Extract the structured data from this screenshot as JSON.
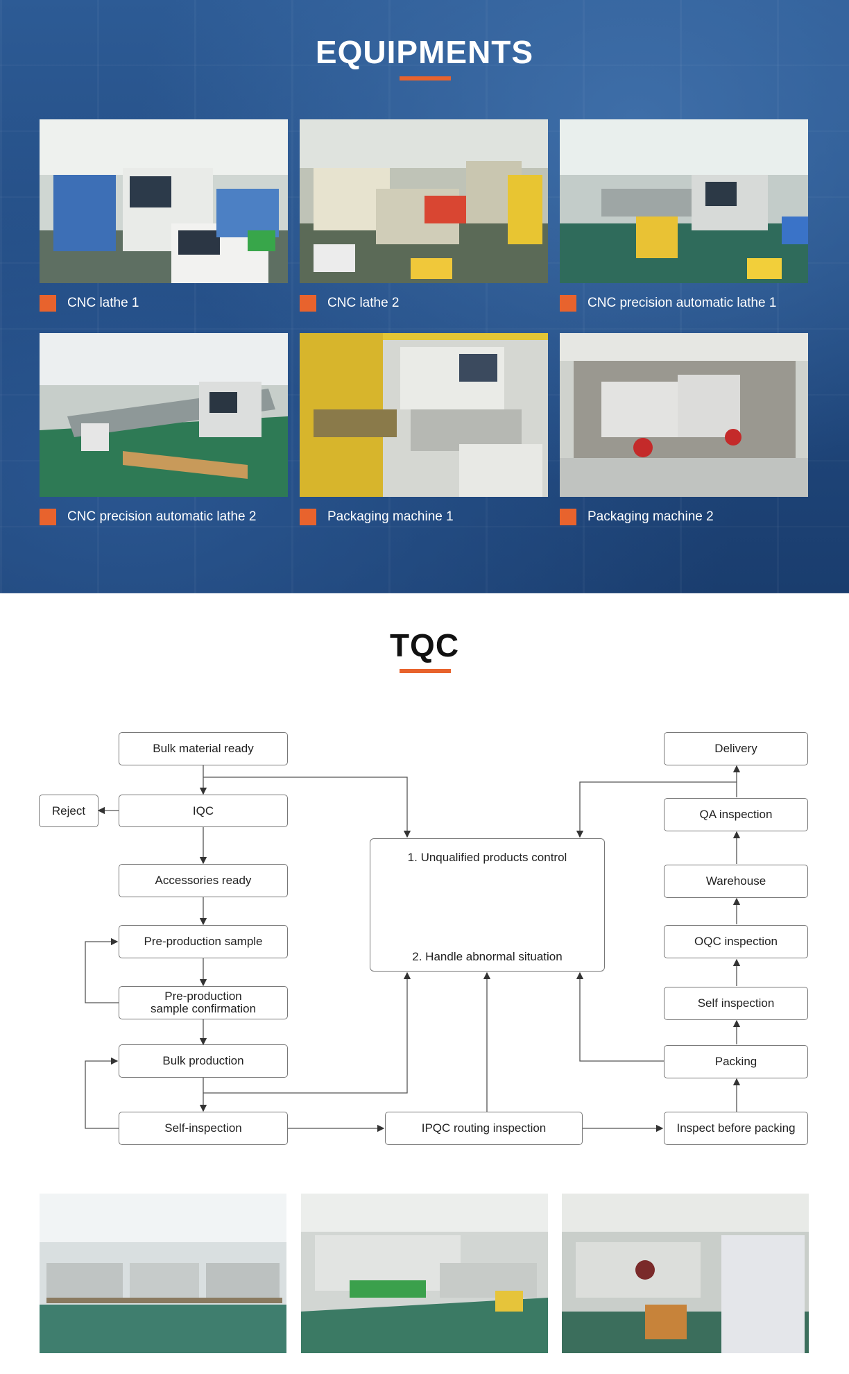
{
  "equipments": {
    "title": "EQUIPMENTS",
    "items": [
      {
        "label": "CNC lathe 1"
      },
      {
        "label": "CNC lathe 2"
      },
      {
        "label": "CNC precision automatic lathe 1"
      },
      {
        "label": "CNC precision automatic lathe 2"
      },
      {
        "label": "Packaging machine 1"
      },
      {
        "label": "Packaging machine 2"
      }
    ]
  },
  "tqc": {
    "title": "TQC",
    "flow": {
      "bulk_material_ready": "Bulk material ready",
      "reject": "Reject",
      "iqc": "IQC",
      "accessories_ready": "Accessories ready",
      "pre_production_sample": "Pre-production sample",
      "pre_production_confirmation_line1": "Pre-production",
      "pre_production_confirmation_line2": "sample confirmation",
      "bulk_production": "Bulk production",
      "self_inspection_left": "Self-inspection",
      "center_line1": "1. Unqualified products control",
      "center_line2": "2. Handle abnormal situation",
      "ipqc": "IPQC routing inspection",
      "delivery": "Delivery",
      "qa_inspection": "QA inspection",
      "warehouse": "Warehouse",
      "oqc_inspection": "OQC inspection",
      "self_inspection_right": "Self inspection",
      "packing": "Packing",
      "inspect_before_packing": "Inspect before packing"
    }
  },
  "colors": {
    "accent": "#e8632d",
    "hero_blue": "#21497f"
  }
}
